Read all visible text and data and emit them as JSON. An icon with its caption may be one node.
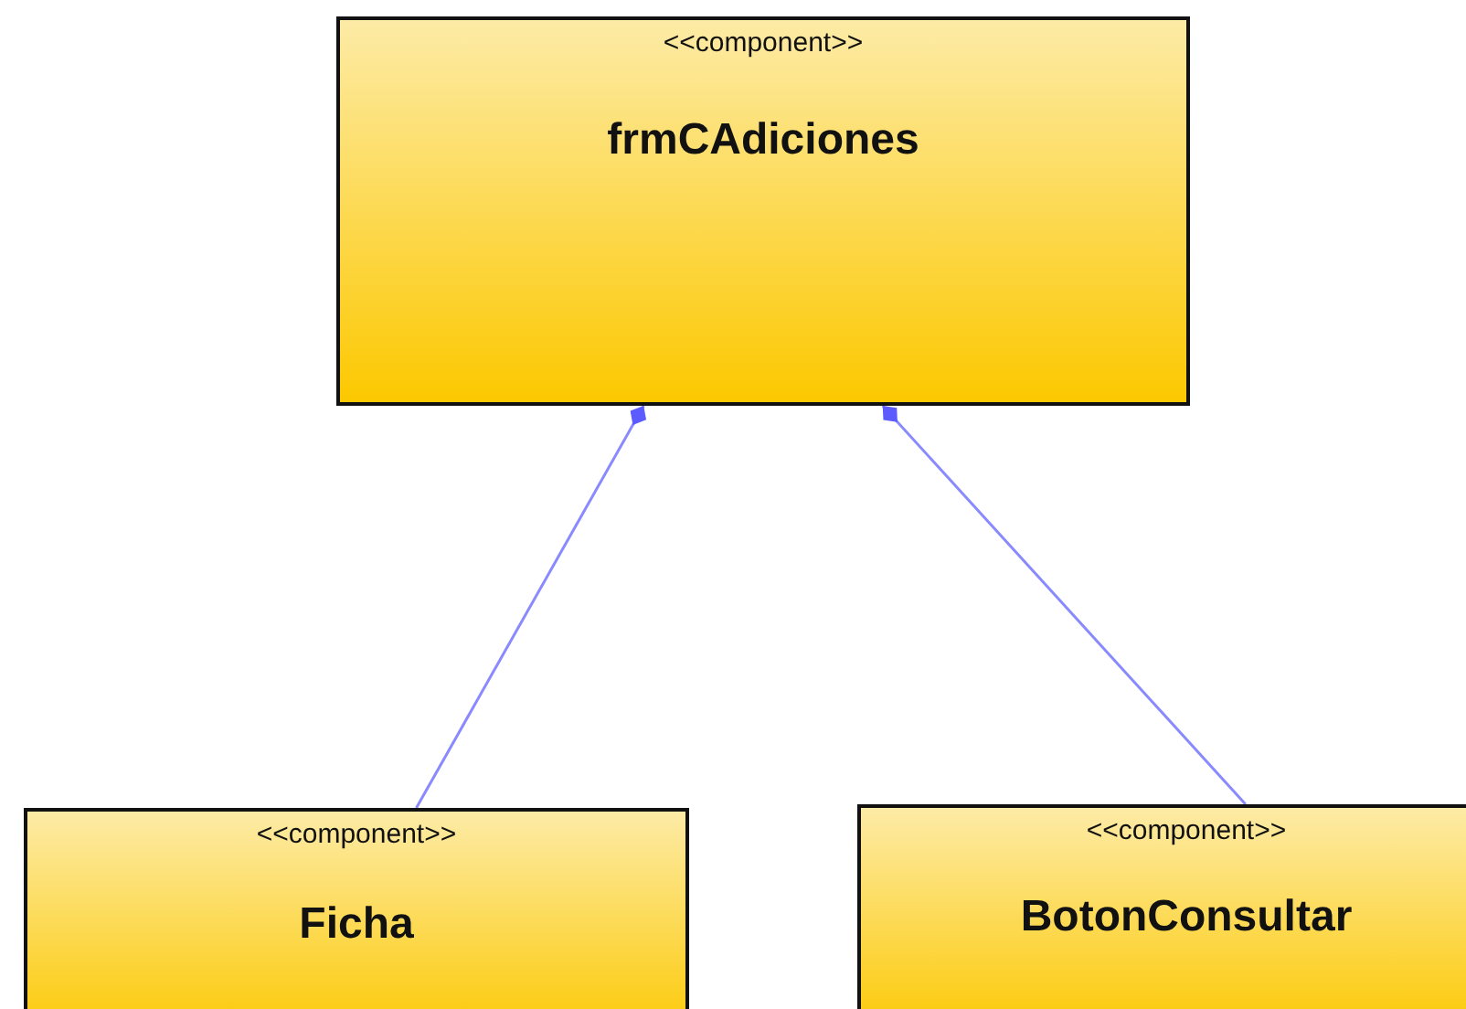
{
  "diagram": {
    "nodes": [
      {
        "text": [
          "<<component>>",
          "frmCAdiciones"
        ]
      },
      {
        "text": [
          "<<component>>",
          "Ficha"
        ]
      },
      {
        "text": [
          "<<component>>",
          "BotonConsultar"
        ]
      }
    ],
    "edges": [
      {
        "from": 1,
        "to": 0,
        "arrow": "other"
      },
      {
        "from": 2,
        "to": 0,
        "arrow": "other"
      }
    ]
  }
}
